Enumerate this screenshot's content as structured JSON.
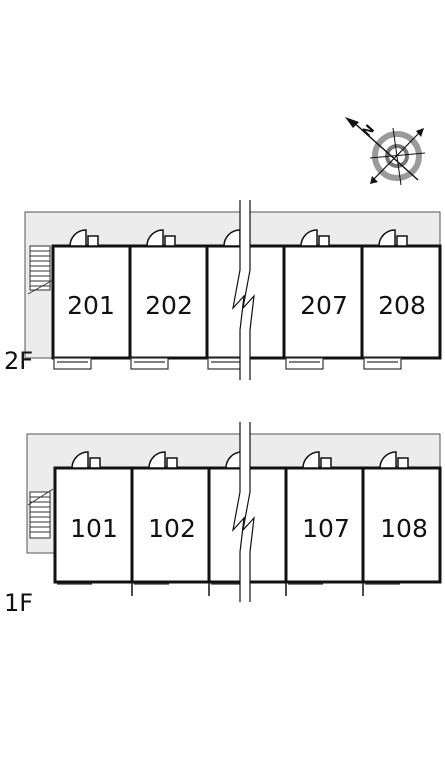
{
  "compass": {
    "north_label": "N"
  },
  "floors": [
    {
      "label": "2F",
      "rooms": [
        "201",
        "202",
        "",
        "207",
        "208"
      ]
    },
    {
      "label": "1F",
      "rooms": [
        "101",
        "102",
        "",
        "107",
        "108"
      ]
    }
  ]
}
